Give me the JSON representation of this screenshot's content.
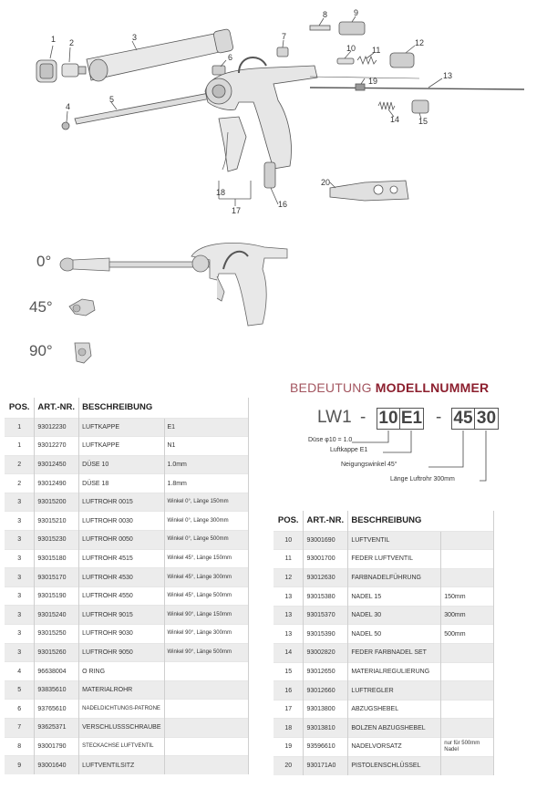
{
  "part_numbers": [
    "1",
    "2",
    "3",
    "4",
    "5",
    "6",
    "7",
    "8",
    "9",
    "10",
    "11",
    "12",
    "13",
    "14",
    "15",
    "16",
    "17",
    "18",
    "19",
    "20"
  ],
  "angles": [
    "0°",
    "45°",
    "90°"
  ],
  "model": {
    "heading_light": "BEDEUTUNG",
    "heading_bold": "MODELLNUMMER",
    "prefix": "LW1",
    "dash": "-",
    "code1": "10",
    "code2": "E1",
    "code3": "45",
    "code4": "30",
    "legend": {
      "duese": "Düse   φ10 = 1.0",
      "luftkappe": "Luftkappe   E1",
      "neigung": "Neigungswinkel   45°",
      "laenge": "Länge Luftrohr   300mm"
    }
  },
  "table_headers": {
    "pos": "POS.",
    "art": "ART.-NR.",
    "desc": "BESCHREIBUNG"
  },
  "table_left": [
    {
      "pos": "1",
      "art": "93012230",
      "desc": "LUFTKAPPE",
      "info": "E1"
    },
    {
      "pos": "1",
      "art": "93012270",
      "desc": "LUFTKAPPE",
      "info": "N1"
    },
    {
      "pos": "2",
      "art": "93012450",
      "desc": "DÜSE 10",
      "info": "1.0mm"
    },
    {
      "pos": "2",
      "art": "93012490",
      "desc": "DÜSE 18",
      "info": "1.8mm"
    },
    {
      "pos": "3",
      "art": "93015200",
      "desc": "LUFTROHR 0015",
      "info": "Winkel 0°, Länge 150mm"
    },
    {
      "pos": "3",
      "art": "93015210",
      "desc": "LUFTROHR 0030",
      "info": "Winkel 0°, Länge 300mm"
    },
    {
      "pos": "3",
      "art": "93015230",
      "desc": "LUFTROHR 0050",
      "info": "Winkel 0°, Länge 500mm"
    },
    {
      "pos": "3",
      "art": "93015180",
      "desc": "LUFTROHR 4515",
      "info": "Winkel 45°, Länge 150mm"
    },
    {
      "pos": "3",
      "art": "93015170",
      "desc": "LUFTROHR 4530",
      "info": "Winkel 45°, Länge 300mm"
    },
    {
      "pos": "3",
      "art": "93015190",
      "desc": "LUFTROHR 4550",
      "info": "Winkel 45°, Länge 500mm"
    },
    {
      "pos": "3",
      "art": "93015240",
      "desc": "LUFTROHR 9015",
      "info": "Winkel 90°, Länge 150mm"
    },
    {
      "pos": "3",
      "art": "93015250",
      "desc": "LUFTROHR 9030",
      "info": "Winkel 90°, Länge 300mm"
    },
    {
      "pos": "3",
      "art": "93015260",
      "desc": "LUFTROHR 9050",
      "info": "Winkel 90°, Länge 500mm"
    },
    {
      "pos": "4",
      "art": "96638004",
      "desc": "O RING",
      "info": ""
    },
    {
      "pos": "5",
      "art": "93835610",
      "desc": "MATERIALROHR",
      "info": ""
    },
    {
      "pos": "6",
      "art": "93765610",
      "desc": "NADELDICHTUNGS-PATRONE",
      "info": ""
    },
    {
      "pos": "7",
      "art": "93625371",
      "desc": "VERSCHLUSSSCHRAUBE",
      "info": ""
    },
    {
      "pos": "8",
      "art": "93001790",
      "desc": "STECKACHSE LUFTVENTIL",
      "info": ""
    },
    {
      "pos": "9",
      "art": "93001640",
      "desc": "LUFTVENTILSITZ",
      "info": ""
    }
  ],
  "table_right": [
    {
      "pos": "10",
      "art": "93001690",
      "desc": "LUFTVENTIL",
      "info": ""
    },
    {
      "pos": "11",
      "art": "93001700",
      "desc": "FEDER LUFTVENTIL",
      "info": ""
    },
    {
      "pos": "12",
      "art": "93012630",
      "desc": "FARBNADELFÜHRUNG",
      "info": ""
    },
    {
      "pos": "13",
      "art": "93015380",
      "desc": "NADEL 15",
      "info": "150mm"
    },
    {
      "pos": "13",
      "art": "93015370",
      "desc": "NADEL 30",
      "info": "300mm"
    },
    {
      "pos": "13",
      "art": "93015390",
      "desc": "NADEL 50",
      "info": "500mm"
    },
    {
      "pos": "14",
      "art": "93002820",
      "desc": "FEDER FARBNADEL SET",
      "info": ""
    },
    {
      "pos": "15",
      "art": "93012650",
      "desc": "MATERIALREGULIERUNG",
      "info": ""
    },
    {
      "pos": "16",
      "art": "93012660",
      "desc": "LUFTREGLER",
      "info": ""
    },
    {
      "pos": "17",
      "art": "93013800",
      "desc": "ABZUGSHEBEL",
      "info": ""
    },
    {
      "pos": "18",
      "art": "93013810",
      "desc": "BOLZEN ABZUGSHEBEL",
      "info": ""
    },
    {
      "pos": "19",
      "art": "93596610",
      "desc": "NADELVORSATZ",
      "info": "nur für 500mm Nadel"
    },
    {
      "pos": "20",
      "art": "930171A0",
      "desc": "PISTOLENSCHLÜSSEL",
      "info": ""
    }
  ]
}
